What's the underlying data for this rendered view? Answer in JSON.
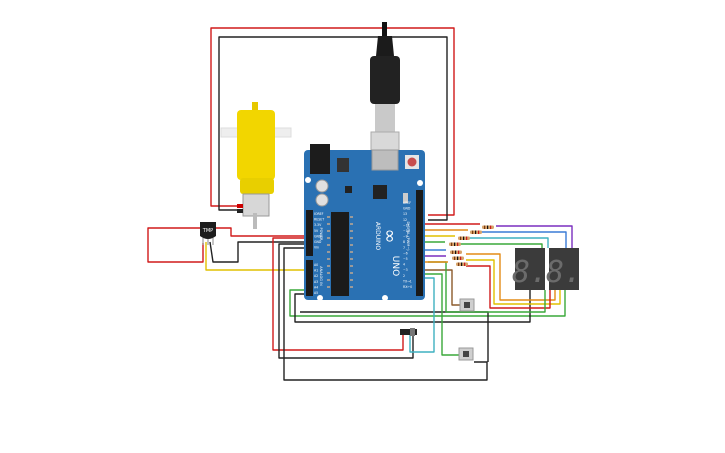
{
  "board": {
    "brand": "ARDUINO",
    "model": "UNO",
    "logo_glyph": "∞",
    "header_labels": {
      "digital": "DIGITAL (PWM~)",
      "power": "POWER",
      "analog": "ANALOG IN"
    },
    "digital_pins": [
      "AREF",
      "GND",
      "13",
      "12",
      "~11",
      "~10",
      "~9",
      "8",
      "7",
      "~6",
      "~5",
      "4",
      "~3",
      "2",
      "TX→1",
      "RX←0"
    ],
    "power_pins": [
      "IOREF",
      "RESET",
      "3.3V",
      "5V",
      "GND",
      "GND",
      "Vin"
    ],
    "analog_pins": [
      "A0",
      "A1",
      "A2",
      "A3",
      "A4",
      "A5"
    ]
  },
  "sensor": {
    "label": "TMP"
  },
  "seven_segment": {
    "digit_text": "8."
  },
  "colors": {
    "board": "#2a71b3",
    "board_dark": "#1d5b93",
    "wire_red": "#d11a1a",
    "wire_black": "#222222",
    "wire_yellow": "#e0c000",
    "wire_green": "#3aa83a",
    "wire_blue": "#3a7bd5",
    "wire_orange": "#e38b16",
    "wire_purple": "#7a2fbf",
    "wire_teal": "#3fb0c0",
    "wire_brown": "#8b5a2b",
    "motor_yellow": "#f2d600",
    "segment_body": "#3b3b3b",
    "segment_dim": "#6b6b6b"
  },
  "icons": {
    "usb": "usb-connector-icon",
    "reset": "reset-button-icon",
    "motor": "dc-motor-icon",
    "temp": "temperature-sensor-icon",
    "slide_switch": "slide-switch-icon",
    "push_button": "push-button-icon"
  }
}
